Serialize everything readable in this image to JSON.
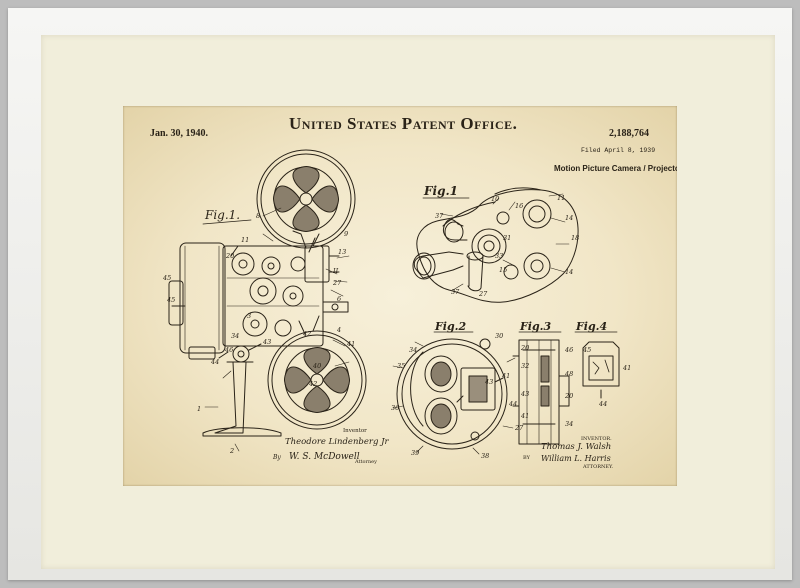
{
  "patent": {
    "office_title": "United States Patent Office.",
    "date": "Jan. 30, 1940.",
    "number": "2,188,764",
    "filed": "Filed April 8, 1939",
    "subtitle": "Motion Picture Camera / Projector"
  },
  "figures": {
    "fig1_left": "Fig.1.",
    "fig1_right": "Fig.1",
    "fig2": "Fig.2",
    "fig3": "Fig.3",
    "fig4": "Fig.4"
  },
  "signatures": {
    "inventor_left_label": "Inventor",
    "inventor_left": "Theodore Lindenberg Jr",
    "by_left": "By",
    "attorney_left": "W. S. McDowell",
    "attorney_left_label": "Attorney",
    "inventor_right_label": "INVENTOR.",
    "inventor_right": "Thomas J. Walsh",
    "by_right": "BY",
    "attorney_right": "William L. Harris",
    "attorney_right_label": "ATTORNEY."
  },
  "colors": {
    "mat": "#f1eedb",
    "paper": "#f1e6c7",
    "ink": "#2a2318"
  }
}
